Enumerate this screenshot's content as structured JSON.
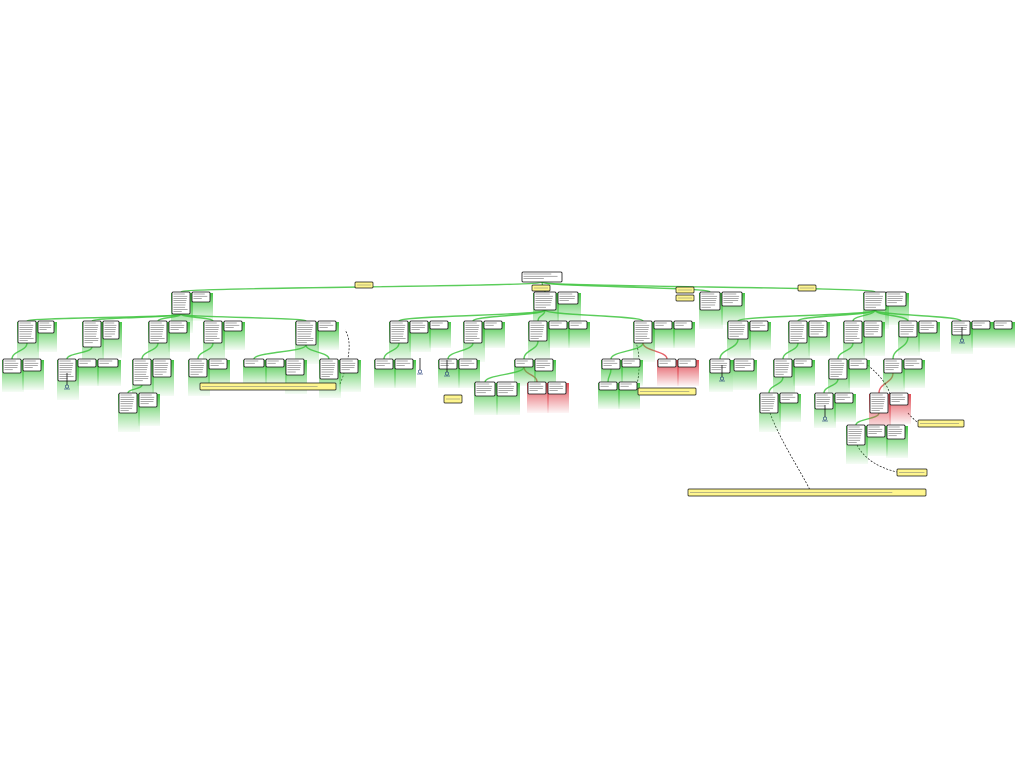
{
  "diagram": {
    "title": "",
    "colors": {
      "support": "#3ec43e",
      "oppose": "#e0464f",
      "note_fill": "#fff68f",
      "node_border": "#111111",
      "link": "#1e3a78"
    },
    "notes": [
      {
        "id": "n-left-1",
        "text": ""
      },
      {
        "id": "n-left-2",
        "text": ""
      },
      {
        "id": "n-mid-1",
        "text": ""
      },
      {
        "id": "n-mid-2",
        "text": ""
      },
      {
        "id": "n-mid-3",
        "text": ""
      },
      {
        "id": "n-right-1",
        "text": ""
      },
      {
        "id": "n-right-2",
        "text": ""
      },
      {
        "id": "n-right-3",
        "text": ""
      },
      {
        "id": "n-bottom",
        "text": ""
      },
      {
        "id": "n-end",
        "text": ""
      },
      {
        "id": "n-end2",
        "text": ""
      },
      {
        "id": "n-end3",
        "text": ""
      }
    ]
  }
}
